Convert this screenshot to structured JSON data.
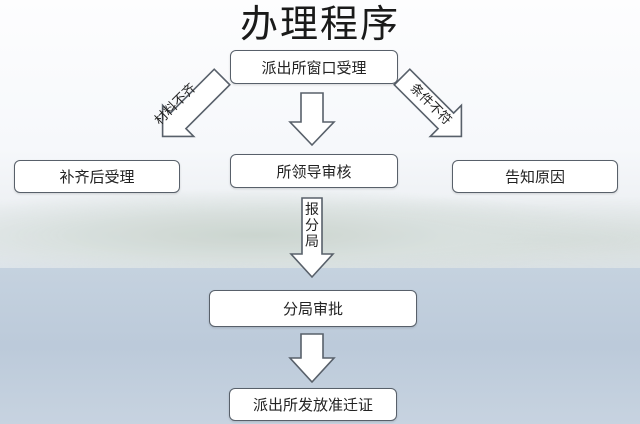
{
  "title": "办理程序",
  "nodes": {
    "window": "派出所窗口受理",
    "supplement": "补齐后受理",
    "review": "所领导审核",
    "notify": "告知原因",
    "approve": "分局审批",
    "issue": "派出所发放准迁证"
  },
  "edge_labels": {
    "incomplete": "材料不齐",
    "unqualified": "条件不符",
    "report": "报分局"
  }
}
